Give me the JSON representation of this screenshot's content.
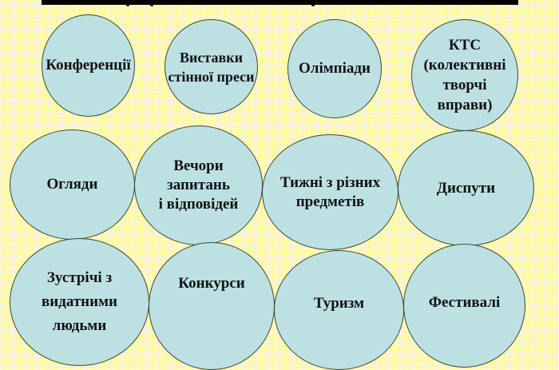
{
  "header": {
    "title_cut_off": true
  },
  "colors": {
    "background": "#fbf39a",
    "bubble_fill": "#bde0e3",
    "bubble_border": "#3c4a32",
    "text": "#111111"
  },
  "bubbles": [
    {
      "label": "Конференції"
    },
    {
      "label": "Виставки\nстінної преси"
    },
    {
      "label": "Олімпіади"
    },
    {
      "label": "КТС\n(колективні\nтворчі\nвправи)"
    },
    {
      "label": "Огляди"
    },
    {
      "label": "Вечори\nзапитань\nі відповідей"
    },
    {
      "label": "Тижні з різних\nпредметів"
    },
    {
      "label": "Диспути"
    },
    {
      "label": "Зустрічі з\nвидатними\nлюдьми"
    },
    {
      "label": "Конкурси"
    },
    {
      "label": "Туризм"
    },
    {
      "label": "Фестивалі"
    }
  ]
}
